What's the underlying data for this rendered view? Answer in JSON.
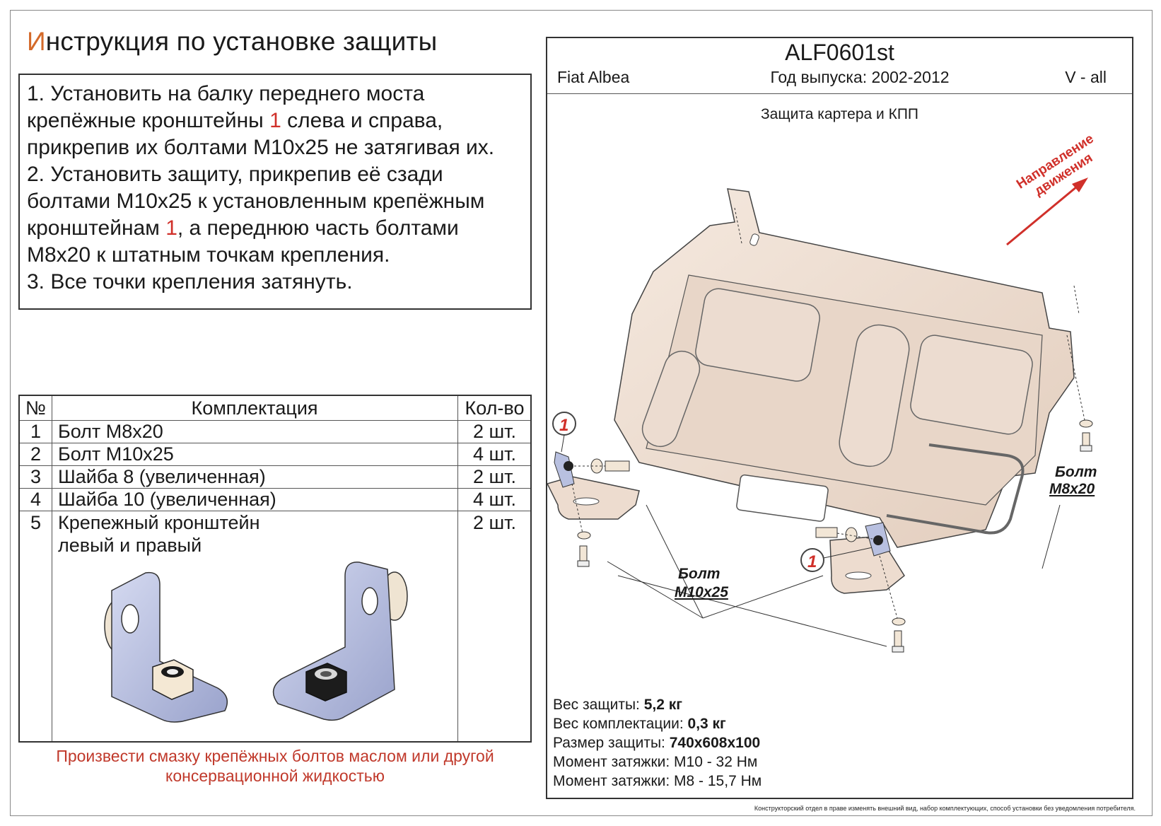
{
  "title": {
    "first_letter": "И",
    "rest": "нструкция по установке защиты"
  },
  "instructions": {
    "line1": "1. Установить на балку переднего моста",
    "line2_a": "крепёжные кронштейны ",
    "line2_num": "1",
    "line2_b": " слева и справа,",
    "line3": "прикрепив их болтами М10х25 не затягивая их.",
    "line4": "2. Установить защиту, прикрепив её сзади",
    "line5": "болтами М10х25 к установленным крепёжным",
    "line6_a": "кронштейнам ",
    "line6_num": "1",
    "line6_b": ", а переднюю часть болтами",
    "line7": "М8х20 к штатным точкам крепления.",
    "line8": "3. Все точки крепления затянуть."
  },
  "kit_table": {
    "headers": {
      "num": "№",
      "name": "Комплектация",
      "qty": "Кол-во"
    },
    "rows": [
      {
        "num": "1",
        "name": "Болт М8х20",
        "qty": "2 шт."
      },
      {
        "num": "2",
        "name": "Болт М10х25",
        "qty": "4 шт."
      },
      {
        "num": "3",
        "name": "Шайба 8 (увеличенная)",
        "qty": "2 шт."
      },
      {
        "num": "4",
        "name": "Шайба 10 (увеличенная)",
        "qty": "4 шт."
      },
      {
        "num": "5",
        "name": "Крепежный кронштейн",
        "name2": "левый и правый",
        "qty": "2 шт."
      }
    ]
  },
  "grease_note": {
    "line1": "Произвести смазку крепёжных болтов маслом или другой",
    "line2": "консервационной жидкостью"
  },
  "product": {
    "code": "ALF0601st",
    "model": "Fiat Albea",
    "year": "Год выпуска: 2002-2012",
    "engine": "V - all",
    "subtitle": "Защита картера и КПП"
  },
  "diagram": {
    "direction_line1": "Направление",
    "direction_line2": "движения",
    "callout_num": "1",
    "bolt_m8_line1": "Болт",
    "bolt_m8_line2": "М8х20",
    "bolt_m10_line1": "Болт",
    "bolt_m10_line2": "М10х25"
  },
  "specs": [
    {
      "label": "Вес защиты: ",
      "value": "5,2 кг"
    },
    {
      "label": "Вес комплектации: ",
      "value": "0,3 кг"
    },
    {
      "label": "Размер защиты: ",
      "value": "740х608х100"
    },
    {
      "label": "Момент затяжки: М10 - 32 Нм",
      "value": ""
    },
    {
      "label": "Момент затяжки: М8 - 15,7 Нм",
      "value": ""
    }
  ],
  "disclaimer": "Конструкторский отдел в праве изменять внешний вид, набор комплектующих, способ установки без уведомления потребителя.",
  "colors": {
    "accent_orange": "#d46a2a",
    "accent_red": "#d0302a",
    "plate_fill": "#eddccf",
    "bracket_fill": "#b8c0e0"
  }
}
